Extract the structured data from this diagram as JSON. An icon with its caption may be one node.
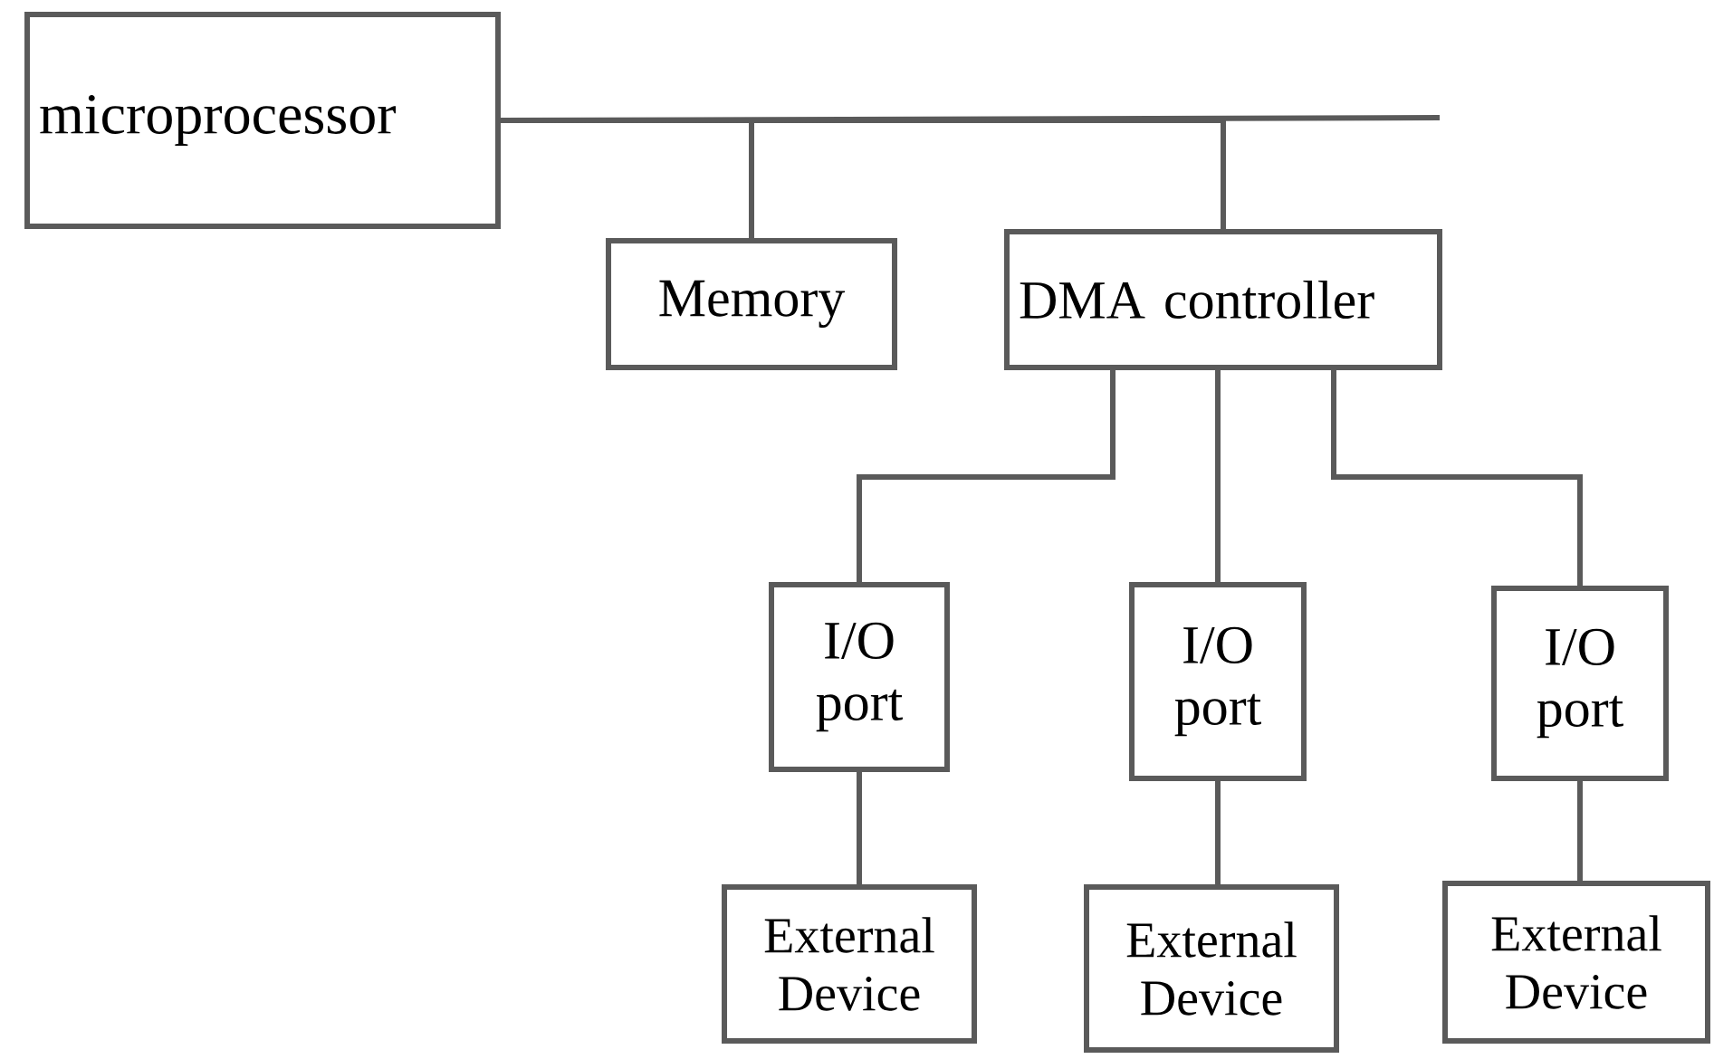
{
  "diagram": {
    "nodes": [
      {
        "text": [
          "microprocessor"
        ]
      },
      {
        "text": [
          "Memory"
        ]
      },
      {
        "text": [
          "DMA controller"
        ]
      },
      {
        "text": [
          "I/O port"
        ]
      },
      {
        "text": [
          "I/O port"
        ]
      },
      {
        "text": [
          "I/O port"
        ]
      },
      {
        "text": [
          "External Device"
        ]
      },
      {
        "text": [
          "External Device"
        ]
      },
      {
        "text": [
          "External Device"
        ]
      }
    ],
    "edges": [
      {
        "from": 0,
        "to": 1,
        "arrow": "none"
      },
      {
        "from": 0,
        "to": 2,
        "arrow": "none"
      },
      {
        "from": 0,
        "to": null,
        "arrow": "none"
      },
      {
        "from": 2,
        "to": 3,
        "arrow": "none"
      },
      {
        "from": 2,
        "to": 4,
        "arrow": "none"
      },
      {
        "from": 2,
        "to": 5,
        "arrow": "none"
      },
      {
        "from": 3,
        "to": 6,
        "arrow": "none"
      },
      {
        "from": 4,
        "to": 7,
        "arrow": "none"
      },
      {
        "from": 5,
        "to": 8,
        "arrow": "none"
      }
    ]
  }
}
